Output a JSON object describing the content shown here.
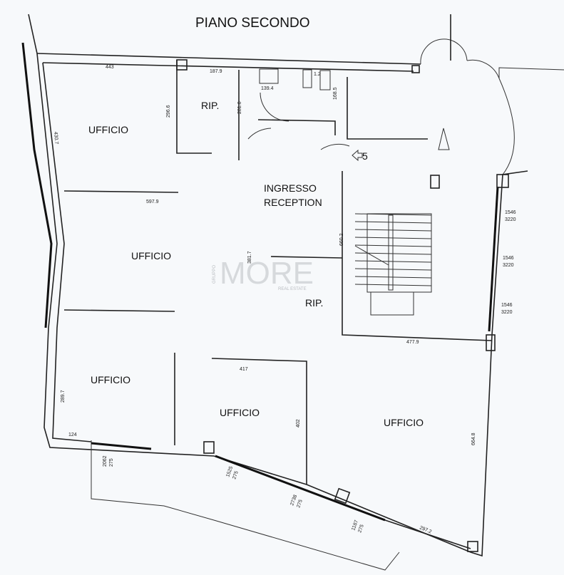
{
  "title": "PIANO SECONDO",
  "rooms": {
    "ufficio": "UFFICIO",
    "rip": "RIP.",
    "ingresso": "INGRESSO",
    "reception": "RECEPTION",
    "stair_ref": "5"
  },
  "dimensions": {
    "d443": "443",
    "d1879": "187.9",
    "d1394": "139.4",
    "d12": "1.2",
    "d1685": "168.5",
    "d2966": "296.6",
    "d2816": "281.6",
    "d4307": "430.7",
    "d5979": "597.9",
    "d3817": "381.7",
    "d6602": "660.2",
    "d4779": "477.9",
    "w1546": "1546",
    "w3220": "3220",
    "d2897": "289.7",
    "d124": "124",
    "d417": "417",
    "d402": "402",
    "d6648": "664.8",
    "d2972": "297.2",
    "win1": "2062",
    "win2": "1525",
    "win3": "2738",
    "win4": "1187",
    "win_h": "275"
  },
  "watermark": {
    "brand": "MORE",
    "top": "GRUPPO",
    "bottom": "REAL ESTATE"
  }
}
